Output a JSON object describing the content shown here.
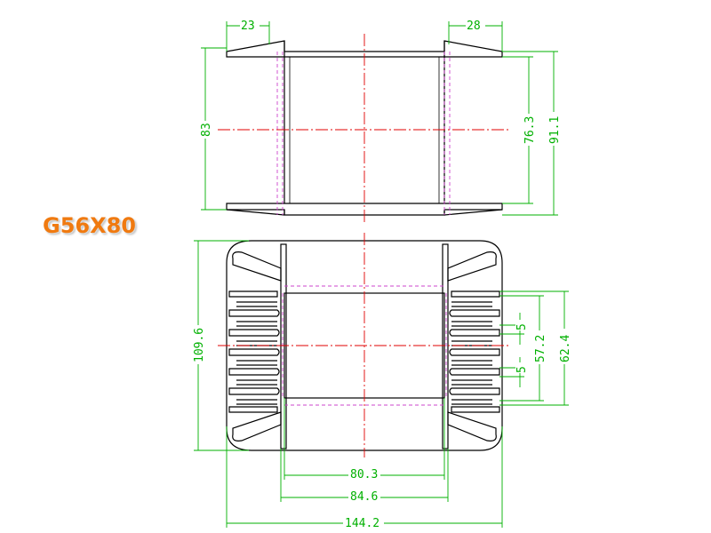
{
  "model": "G56X80",
  "colors": {
    "outline": "#000000",
    "dimension": "#00b000",
    "centerline": "#e00000",
    "hidden": "#cc44cc",
    "label": "#f07a10"
  },
  "top_view": {
    "dims": {
      "left_flange": "23",
      "right_flange": "28",
      "height_left": "83",
      "height_inner": "76.3",
      "height_outer": "91.1"
    }
  },
  "front_view": {
    "dims": {
      "overall_height": "109.6",
      "pitch_a": "5",
      "pitch_b": "5",
      "fin_span_inner": "57.2",
      "fin_span_outer": "62.4",
      "width_inner": "80.3",
      "width_middle": "84.6",
      "width_overall": "144.2"
    }
  }
}
